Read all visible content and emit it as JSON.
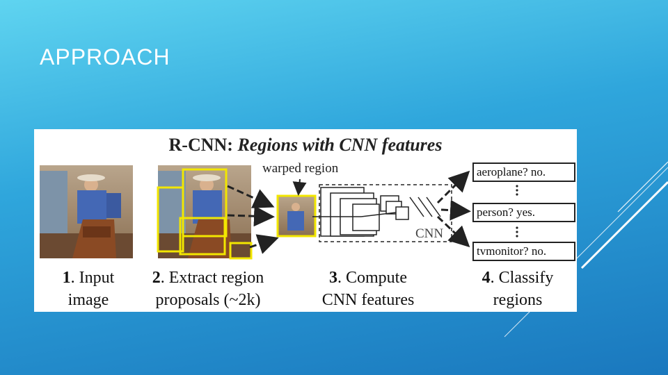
{
  "slide": {
    "title": "APPROACH"
  },
  "figure": {
    "title_prefix": "R-CNN:",
    "title_italic": "Regions with CNN features",
    "warped_label": "warped region",
    "cnn_label": "CNN",
    "outputs": [
      {
        "label": "aeroplane?",
        "answer": "no."
      },
      {
        "label": "person?",
        "answer": "yes."
      },
      {
        "label": "tvmonitor?",
        "answer": "no."
      }
    ],
    "steps": [
      {
        "num": "1",
        "line1": ". Input",
        "line2": "image"
      },
      {
        "num": "2",
        "line1": ". Extract region",
        "line2": "proposals (~2k)"
      },
      {
        "num": "3",
        "line1": ". Compute",
        "line2": "CNN features"
      },
      {
        "num": "4",
        "line1": ". Classify",
        "line2": "regions"
      }
    ],
    "colors": {
      "proposal": "#f2e600",
      "accent_bg": "#2fa6dc"
    }
  }
}
